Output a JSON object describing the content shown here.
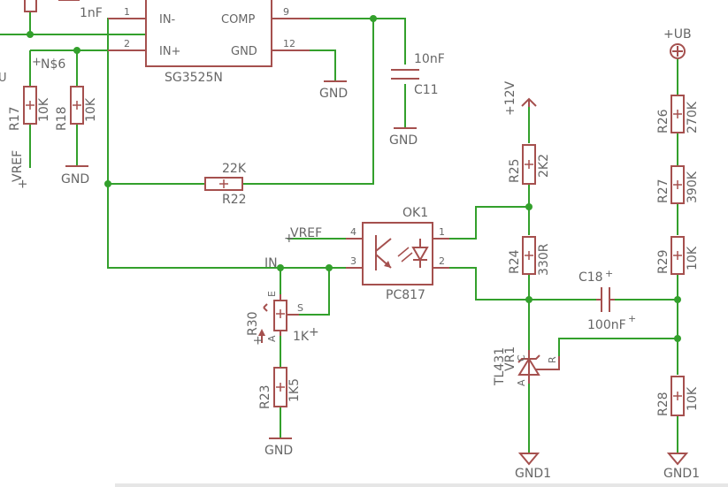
{
  "ic": {
    "name": "SG3525N",
    "pin_in_minus": "IN-",
    "pin_in_plus": "IN+",
    "pin_comp": "COMP",
    "pin_gnd": "GND",
    "num_1": "1",
    "num_2": "2",
    "num_9": "9",
    "num_12": "12"
  },
  "top_cap_value": "1nF",
  "net_label": "N$6",
  "vref_left": "VREF",
  "vref_left_plus": "+",
  "r17": {
    "name": "R17",
    "value": "10K"
  },
  "r18": {
    "name": "R18",
    "value": "10K"
  },
  "r22": {
    "name": "R22",
    "value": "22K"
  },
  "c11": {
    "name": "C11",
    "value": "10nF"
  },
  "gnd_label": "GND",
  "plus12v": "+12V",
  "plusub": "+UB",
  "r25": {
    "name": "R25",
    "value": "2K2"
  },
  "r24": {
    "name": "R24",
    "value": "330R"
  },
  "ok1": {
    "name": "OK1",
    "value": "PC817",
    "pin1": "1",
    "pin2": "2",
    "pin3": "3",
    "pin4": "4"
  },
  "vref_mid": "VREF",
  "vref_mid_plus": "+",
  "net_in": "IN",
  "r30": {
    "name": "R30",
    "value": "1K",
    "pin_e": "E",
    "pin_a": "A",
    "pin_s": "S",
    "plus": "+",
    "value_plus": "+"
  },
  "r23": {
    "name": "R23",
    "value": "1K5"
  },
  "c18": {
    "name": "C18",
    "value": "100nF",
    "plus": "+",
    "value_plus": "+"
  },
  "vr1": {
    "name": "VR1",
    "value": "TL431",
    "pin_a": "A",
    "pin_c": "C",
    "pin_r": "R"
  },
  "r26": {
    "name": "R26",
    "value": "270K"
  },
  "r27": {
    "name": "R27",
    "value": "390K"
  },
  "r29": {
    "name": "R29",
    "value": "10K"
  },
  "r28": {
    "name": "R28",
    "value": "10K"
  },
  "gnd1_label": "GND1",
  "colors": {
    "wire": "#33a02c",
    "part": "#a5504e",
    "text": "#666666",
    "background": "#ffffff"
  }
}
